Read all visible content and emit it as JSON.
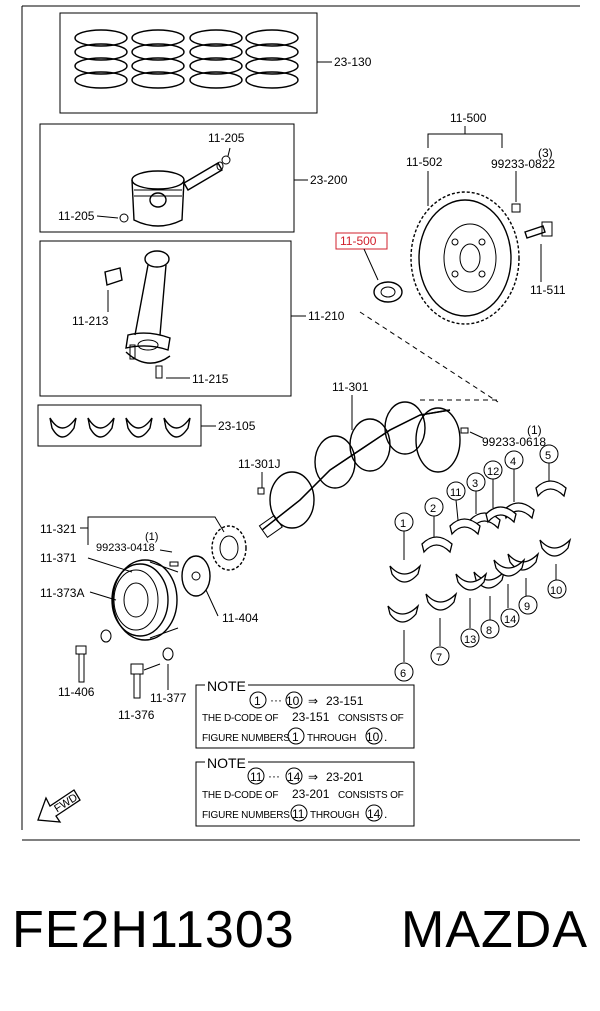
{
  "parts": {
    "piston_rings": "23-130",
    "piston": "23-200",
    "piston_pin_clip_a": "11-205",
    "piston_pin_clip_b": "11-205",
    "connecting_rod_assy": "11-210",
    "rod_bolt": "11-213",
    "rod_nut": "11-215",
    "rod_bearings": "23-105",
    "flywheel_assy": "11-500",
    "flywheel": "11-502",
    "dowel_pin": "99233-0822",
    "dowel_pin_qty": "(3)",
    "flywheel_bolt": "11-511",
    "pilot_bearing_highlight": "11-500",
    "crankshaft": "11-301",
    "crank_dowel": "99233-0618",
    "crank_dowel_qty": "(1)",
    "crank_plug": "11-301J",
    "timing_sprocket": "11-321",
    "key": "99233-0418",
    "key_qty": "(1)",
    "pulley": "11-371",
    "pulley_hub": "11-373A",
    "plate": "11-404",
    "pulley_bolt": "11-406",
    "washer": "11-377",
    "center_bolt": "11-376"
  },
  "bearing_numbers": [
    "1",
    "2",
    "3",
    "4",
    "5",
    "6",
    "7",
    "8",
    "9",
    "10",
    "11",
    "12",
    "13",
    "14"
  ],
  "notes": [
    {
      "heading": "NOTE",
      "from": "1",
      "to": "10",
      "ellipsis": "···",
      "arrow": "⇒",
      "code": "23-151",
      "line2a": "THE D-CODE OF",
      "line2b": "23-151",
      "line2c": "CONSISTS OF",
      "line3a": "FIGURE NUMBERS",
      "line3b": "1",
      "line3c": "THROUGH",
      "line3d": "10",
      "line3e": "."
    },
    {
      "heading": "NOTE",
      "from": "11",
      "to": "14",
      "ellipsis": "···",
      "arrow": "⇒",
      "code": "23-201",
      "line2a": "THE D-CODE OF",
      "line2b": "23-201",
      "line2c": "CONSISTS OF",
      "line3a": "FIGURE NUMBERS",
      "line3b": "11",
      "line3c": "THROUGH",
      "line3d": "14",
      "line3e": "."
    }
  ],
  "fwd_label": "FWD",
  "footer": {
    "part_number": "FE2H11303",
    "brand": "MAZDA"
  },
  "colors": {
    "highlight": "#d0202c",
    "line": "#000000",
    "background": "#ffffff"
  }
}
